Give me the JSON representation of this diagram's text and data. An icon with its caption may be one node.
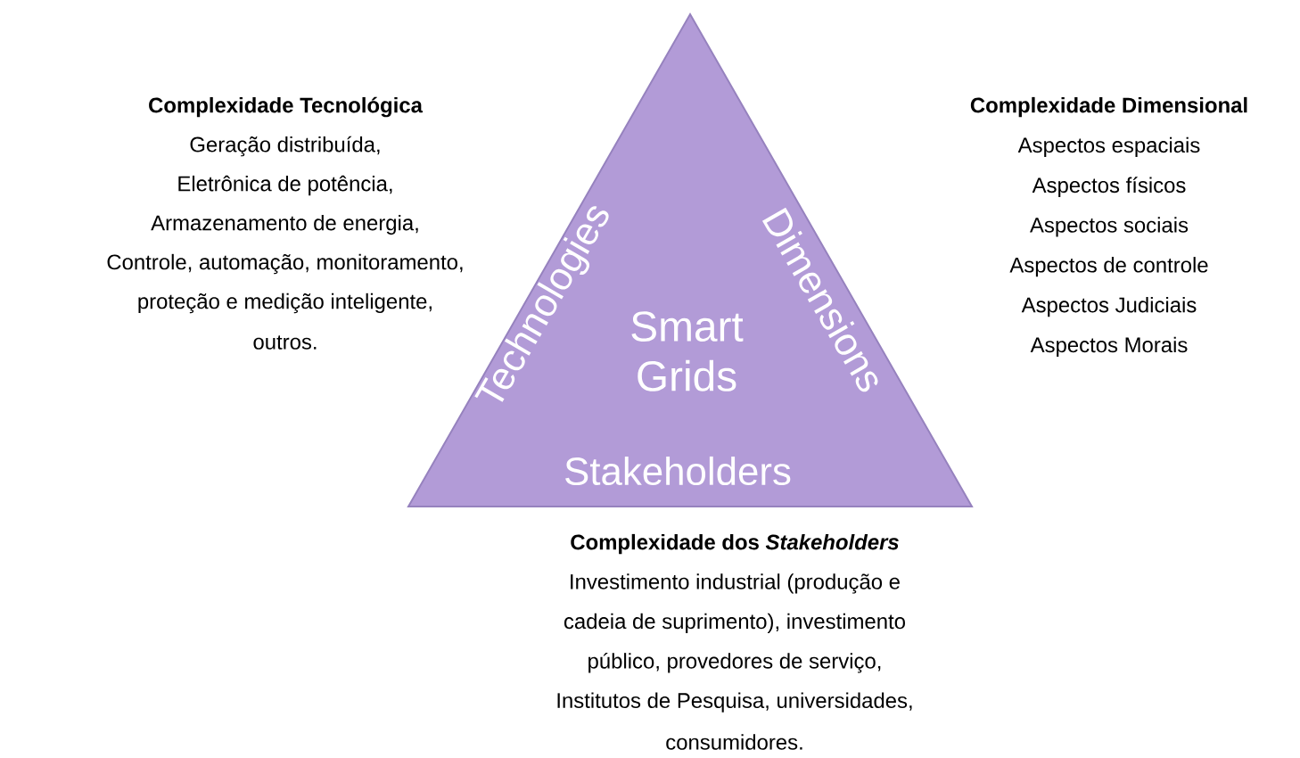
{
  "diagram": {
    "nodes": [
      {
        "text": [
          "Smart Grids",
          "Technologies",
          "Dimensions",
          "Stakeholders"
        ]
      }
    ],
    "edges": [],
    "labels": [
      "Complexidade Tecnológica",
      "Geração distribuída,",
      "Eletrônica de potência,",
      "Armazenamento de energia,",
      "Controle, automação, monitoramento,",
      "proteção e medição inteligente,",
      "outros.",
      "Complexidade Dimensional",
      "Aspectos espaciais",
      "Aspectos físicos",
      "Aspectos sociais",
      "Aspectos de controle",
      "Aspectos Judiciais",
      "Aspectos Morais",
      "Complexidade dos *Stakeholders*",
      "Investimento industrial (produção e",
      "cadeia de suprimento), investimento",
      "público, provedores de serviço,",
      "Institutos de Pesquisa, universidades,",
      "consumidores."
    ]
  }
}
